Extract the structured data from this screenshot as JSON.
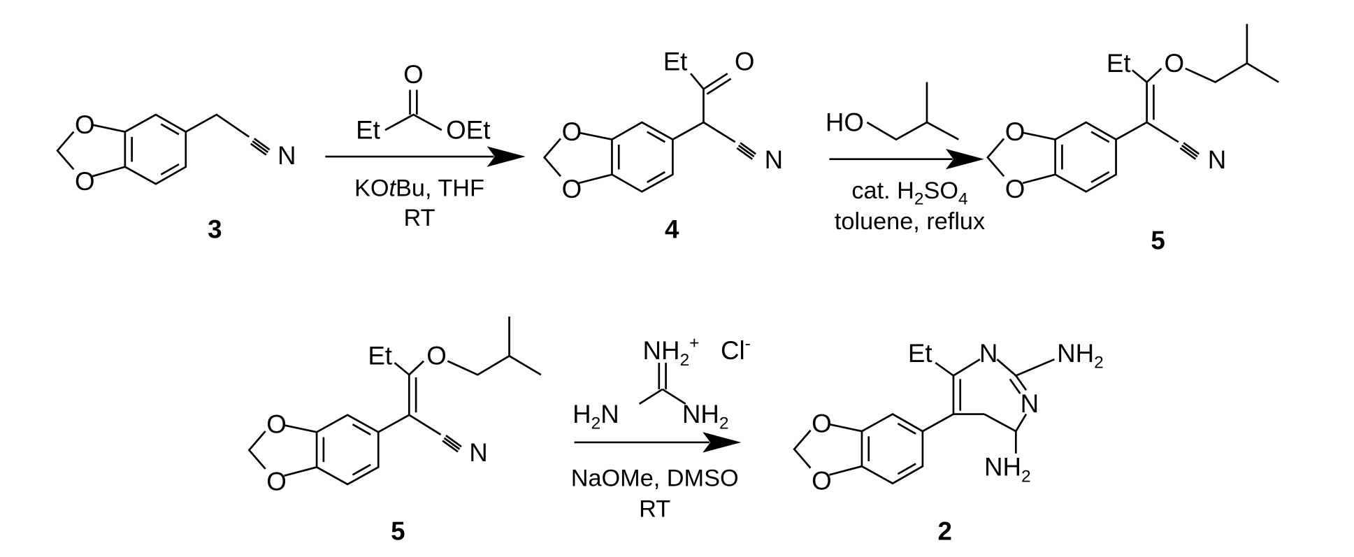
{
  "compounds": {
    "c3_label": "3",
    "c4_label": "4",
    "c5a_label": "5",
    "c5b_label": "5",
    "c2_label": "2"
  },
  "atoms": {
    "o": "O",
    "n": "N",
    "et": "Et",
    "oet": "OEt",
    "ho": "HO",
    "h": "H",
    "nh": "NH",
    "sub2": "2",
    "plus": "+",
    "cl": "Cl",
    "minus": "-"
  },
  "reactions": {
    "r1": {
      "line1": "KOtBu, THF",
      "line1_pre": "KO",
      "line1_ital": "t",
      "line1_post": "Bu, THF",
      "line2": "RT"
    },
    "r2": {
      "line1_pre": "cat. H",
      "line1_sub1": "2",
      "line1_mid": "SO",
      "line1_sub2": "4",
      "line2": "toluene, reflux"
    },
    "r3": {
      "line1": "NaOMe, DMSO",
      "line2": "RT"
    }
  }
}
